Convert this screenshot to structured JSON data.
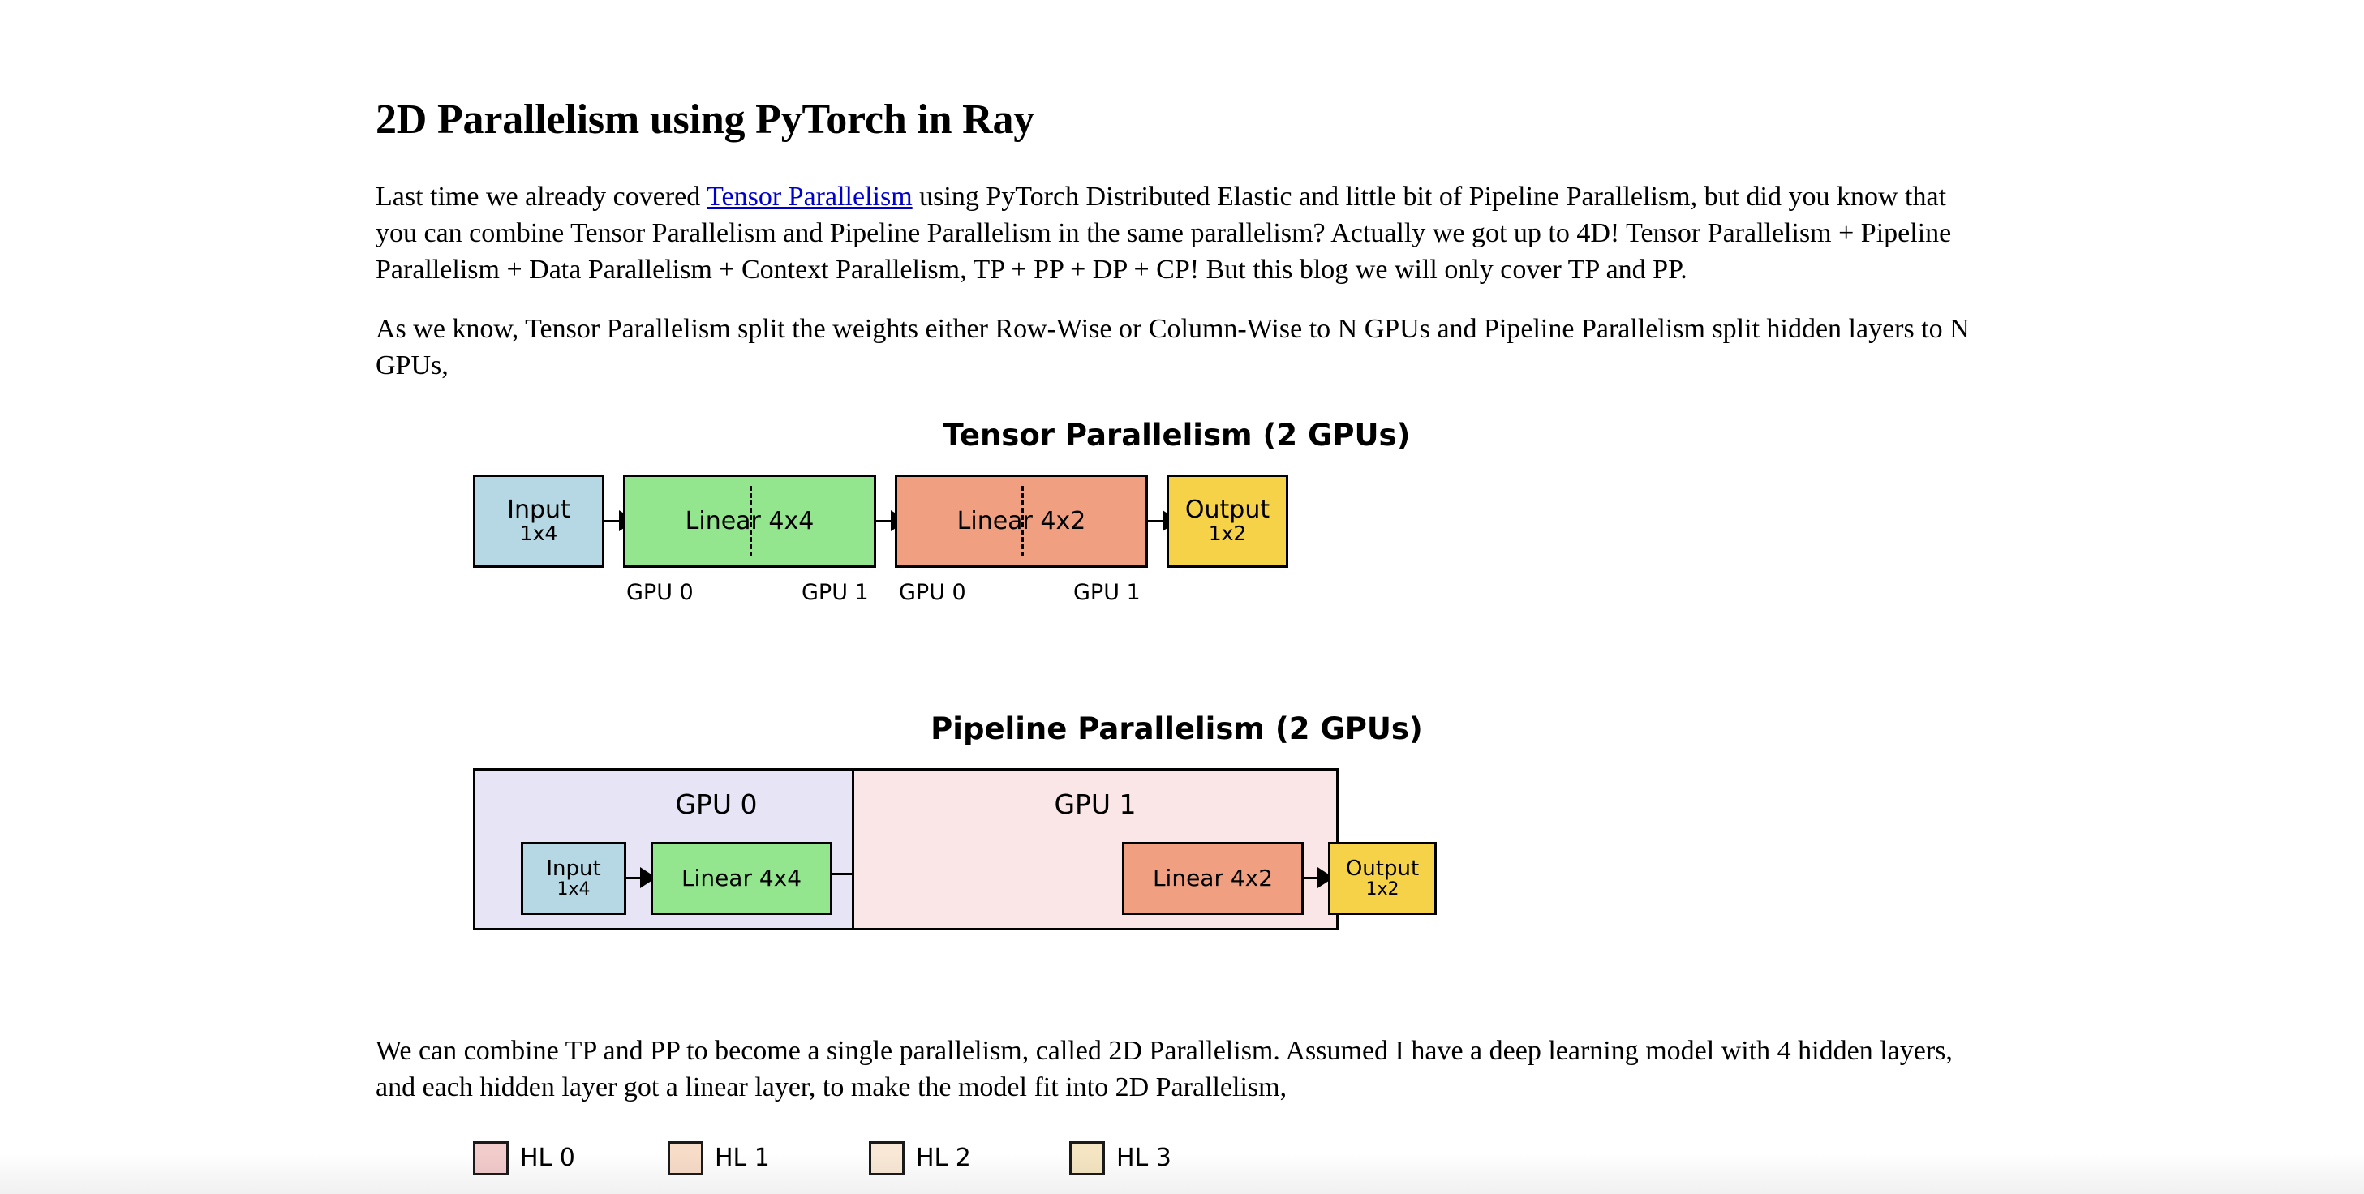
{
  "article": {
    "title": "2D Parallelism using PyTorch in Ray",
    "p1_before_link": "Last time we already covered ",
    "p1_link": "Tensor Parallelism",
    "p1_after_link": " using PyTorch Distributed Elastic and little bit of Pipeline Parallelism, but did you know that you can combine Tensor Parallelism and Pipeline Parallelism in the same parallelism? Actually we got up to 4D! Tensor Parallelism + Pipeline Parallelism + Data Parallelism + Context Parallelism, TP + PP + DP + CP! But this blog we will only cover TP and PP.",
    "p2": "As we know, Tensor Parallelism split the weights either Row-Wise or Column-Wise to N GPUs and Pipeline Parallelism split hidden layers to N GPUs,",
    "p3": "We can combine TP and PP to become a single parallelism, called 2D Parallelism. Assumed I have a deep learning model with 4 hidden layers, and each hidden layer got a linear layer, to make the model fit into 2D Parallelism,"
  },
  "figure_tp": {
    "title": "Tensor Parallelism (2 GPUs)",
    "nodes": [
      {
        "id": "input",
        "line1": "Input",
        "line2": "1x4",
        "color": "#b6d7e4"
      },
      {
        "id": "linear44",
        "line1": "Linear 4x4",
        "line2": "",
        "color": "#93e58e"
      },
      {
        "id": "linear42",
        "line1": "Linear 4x2",
        "line2": "",
        "color": "#f0a080"
      },
      {
        "id": "output",
        "line1": "Output",
        "line2": "1x2",
        "color": "#f5d247"
      }
    ],
    "gpu_labels": [
      "GPU 0",
      "GPU 1",
      "GPU 0",
      "GPU 1"
    ]
  },
  "figure_pp": {
    "title": "Pipeline Parallelism (2 GPUs)",
    "gpu0": {
      "label": "GPU 0",
      "color": "#e6e4f5"
    },
    "gpu1": {
      "label": "GPU 1",
      "color": "#fae6e6"
    },
    "nodes": [
      {
        "id": "input",
        "line1": "Input",
        "line2": "1x4",
        "color": "#b6d7e4"
      },
      {
        "id": "linear44",
        "line1": "Linear 4x4",
        "line2": "",
        "color": "#93e58e"
      },
      {
        "id": "linear42",
        "line1": "Linear 4x2",
        "line2": "",
        "color": "#f0a080"
      },
      {
        "id": "output",
        "line1": "Output",
        "line2": "1x2",
        "color": "#f5d247"
      }
    ]
  },
  "legend": {
    "items": [
      {
        "label": "HL 0",
        "color": "#f2cbcb"
      },
      {
        "label": "HL 1",
        "color": "#f7dcc8"
      },
      {
        "label": "HL 2",
        "color": "#f9e8d6"
      },
      {
        "label": "HL 3",
        "color": "#f5e5c2"
      }
    ]
  },
  "colors": {
    "link": "#0000cc",
    "stroke": "#000000",
    "background": "#ffffff"
  }
}
